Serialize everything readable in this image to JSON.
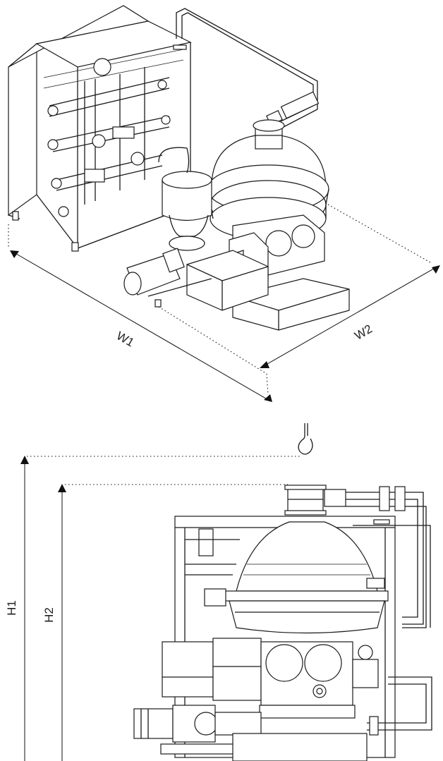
{
  "labels": {
    "w1": "W1",
    "w2": "W2",
    "h1": "H1",
    "h2": "H2"
  }
}
